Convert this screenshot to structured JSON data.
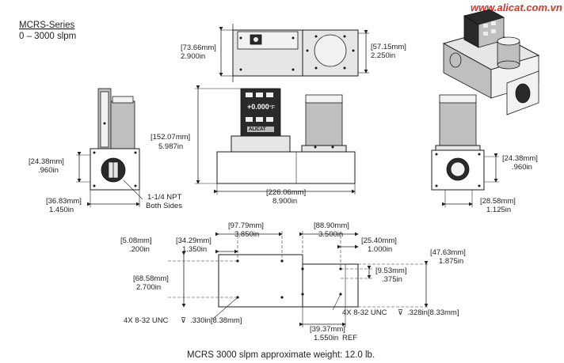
{
  "header": {
    "series": "MCRS-Series",
    "range": "0 – 3000 slpm"
  },
  "watermark": "www.alicat.com.vn",
  "display": {
    "readout": "+0.000",
    "unit": "°F",
    "brand": "ALICAT"
  },
  "dimensions": {
    "top_width": {
      "mm": "[73.66mm]",
      "in": "2.900in"
    },
    "top_depth": {
      "mm": "[57.15mm]",
      "in": "2.250in"
    },
    "height": {
      "mm": "[152.07mm]",
      "in": "5.987in"
    },
    "left_port_height": {
      "mm": "[24.38mm]",
      "in": ".960in"
    },
    "left_width": {
      "mm": "[36.83mm]",
      "in": "1.450in"
    },
    "npt": {
      "line1": "1-1/4 NPT",
      "line2": "Both Sides"
    },
    "length": {
      "mm": "[226.06mm]",
      "in": "8.900in"
    },
    "right_port_height": {
      "mm": "[24.38mm]",
      "in": ".960in"
    },
    "right_width": {
      "mm": "[28.58mm]",
      "in": "1.125in"
    },
    "bottom_a": {
      "mm": "[5.08mm]",
      "in": ".200in"
    },
    "bottom_b": {
      "mm": "[34.29mm]",
      "in": "1.350in"
    },
    "bottom_c": {
      "mm": "[97.79mm]",
      "in": "3.850in"
    },
    "bottom_d": {
      "mm": "[88.90mm]",
      "in": "3.500in"
    },
    "bottom_e": {
      "mm": "[25.40mm]",
      "in": "1.000in"
    },
    "bottom_f": {
      "mm": "[47.63mm]",
      "in": "1.875in"
    },
    "bottom_g": {
      "mm": "[68.58mm]",
      "in": "2.700in"
    },
    "bottom_h": {
      "mm": "[9.53mm]",
      "in": ".375in"
    },
    "bottom_i": {
      "mm": "[39.37mm]",
      "in": "1.550in",
      "suffix": "REF"
    },
    "thread_left": {
      "spec": "4X 8-32 UNC",
      "depth": ".330in[8.38mm]"
    },
    "thread_right": {
      "spec": "4X 8-32 UNC",
      "depth": ".328in[8.33mm]"
    }
  },
  "footer": "MCRS 3000 slpm approximate weight: 12.0 lb."
}
